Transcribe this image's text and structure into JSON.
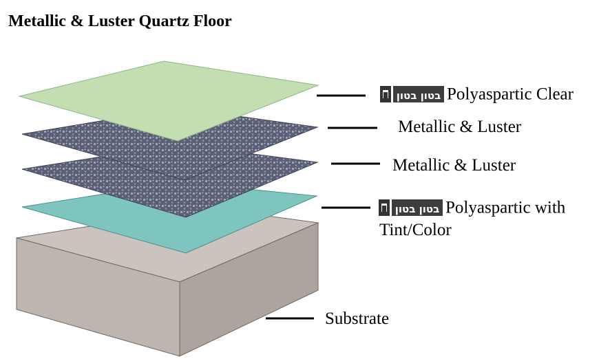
{
  "title": "Metallic & Luster Quartz Floor",
  "logo_text": "בטון בטון",
  "labels": {
    "top_coat": "Polyaspartic Clear",
    "metallic_1": "Metallic & Luster",
    "metallic_2": "Metallic & Luster",
    "base_coat_line1": "Polyaspartic with",
    "base_coat_line2": "Tint/Color",
    "substrate": "Substrate"
  },
  "colors": {
    "clear_layer": "#c3dfb1",
    "metallic_layer": "#5a5f75",
    "tint_layer": "#7ec5c0",
    "substrate_top": "#cbc3be",
    "substrate_front": "#bdb5af",
    "substrate_side": "#ada49e"
  }
}
